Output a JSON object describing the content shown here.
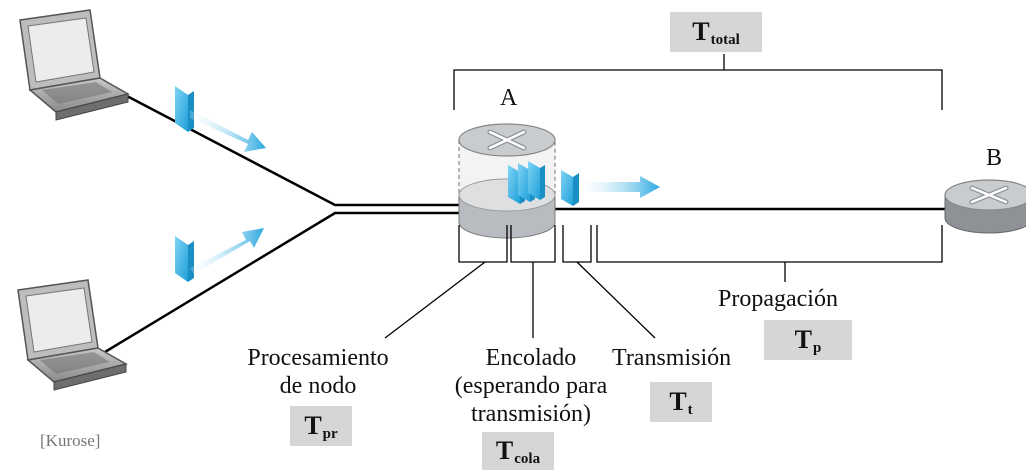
{
  "nodes": {
    "router_a": "A",
    "router_b": "B"
  },
  "total": {
    "symbol": "T",
    "subscript": "total"
  },
  "delays": {
    "processing": {
      "line1": "Procesamiento",
      "line2": "de nodo",
      "symbol": "T",
      "subscript": "pr"
    },
    "queueing": {
      "line1": "Encolado",
      "line2": "(esperando para",
      "line3": "transmisión)",
      "symbol": "T",
      "subscript": "cola"
    },
    "transmission": {
      "line1": "Transmisión",
      "symbol": "T",
      "subscript": "t"
    },
    "propagation": {
      "line1": "Propagación",
      "symbol": "T",
      "subscript": "p"
    }
  },
  "source": "[Kurose]",
  "colors": {
    "packet": "#3cb4e6",
    "arrow": "#29a8e0",
    "badge": "#d6d6d6",
    "router_top": "#c9cccf",
    "router_side": "#8e9296"
  }
}
